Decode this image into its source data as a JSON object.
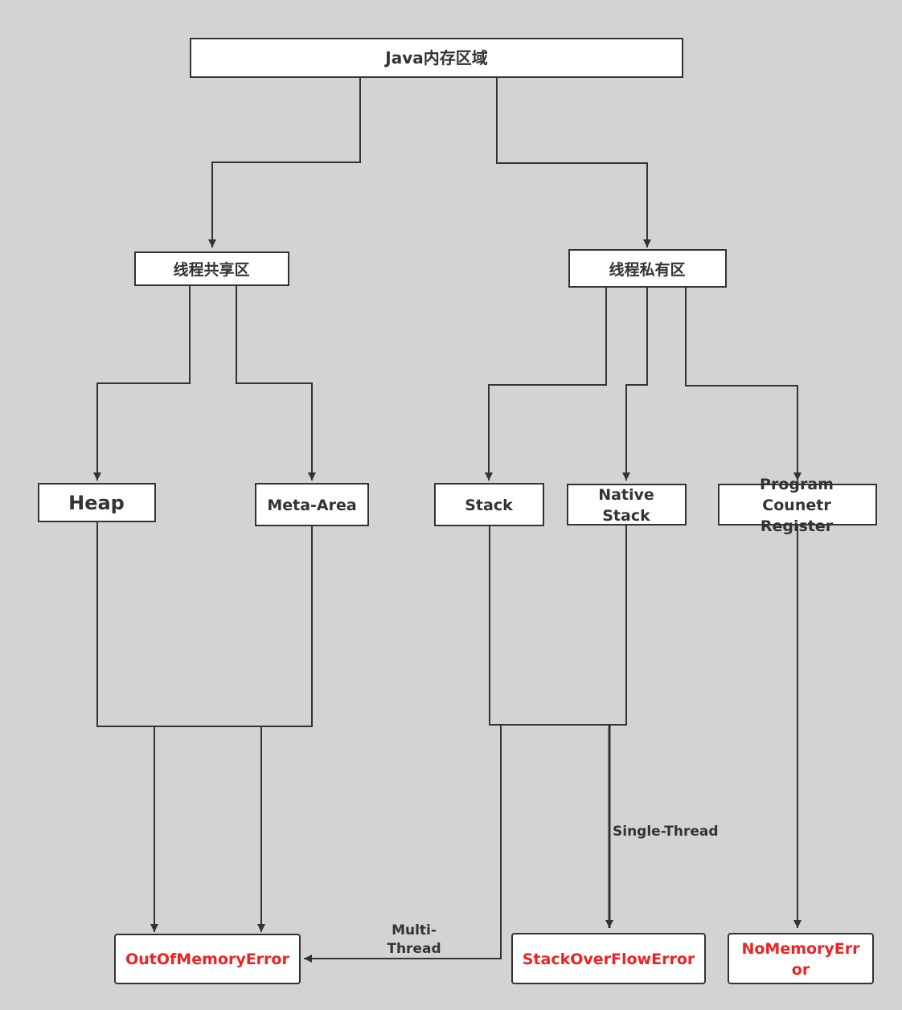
{
  "nodes": {
    "root": "Java内存区域",
    "shared": "线程共享区",
    "private": "线程私有区",
    "heap": "Heap",
    "meta_area": "Meta-Area",
    "stack": "Stack",
    "native_stack": [
      "Native",
      "Stack"
    ],
    "program_counter": [
      "Program",
      "Counetr",
      "Register"
    ],
    "oom": "OutOfMemoryError",
    "sofe": "StackOverFlowError",
    "nme": [
      "NoMemoryErr",
      "or"
    ]
  },
  "edges": {
    "multi_thread": [
      "Multi-",
      "Thread"
    ],
    "single_thread": "Single-Thread"
  },
  "colors": {
    "background": "#d3d3d3",
    "node_fill": "#ffffff",
    "stroke": "#333333",
    "error_text": "#ee2222"
  }
}
